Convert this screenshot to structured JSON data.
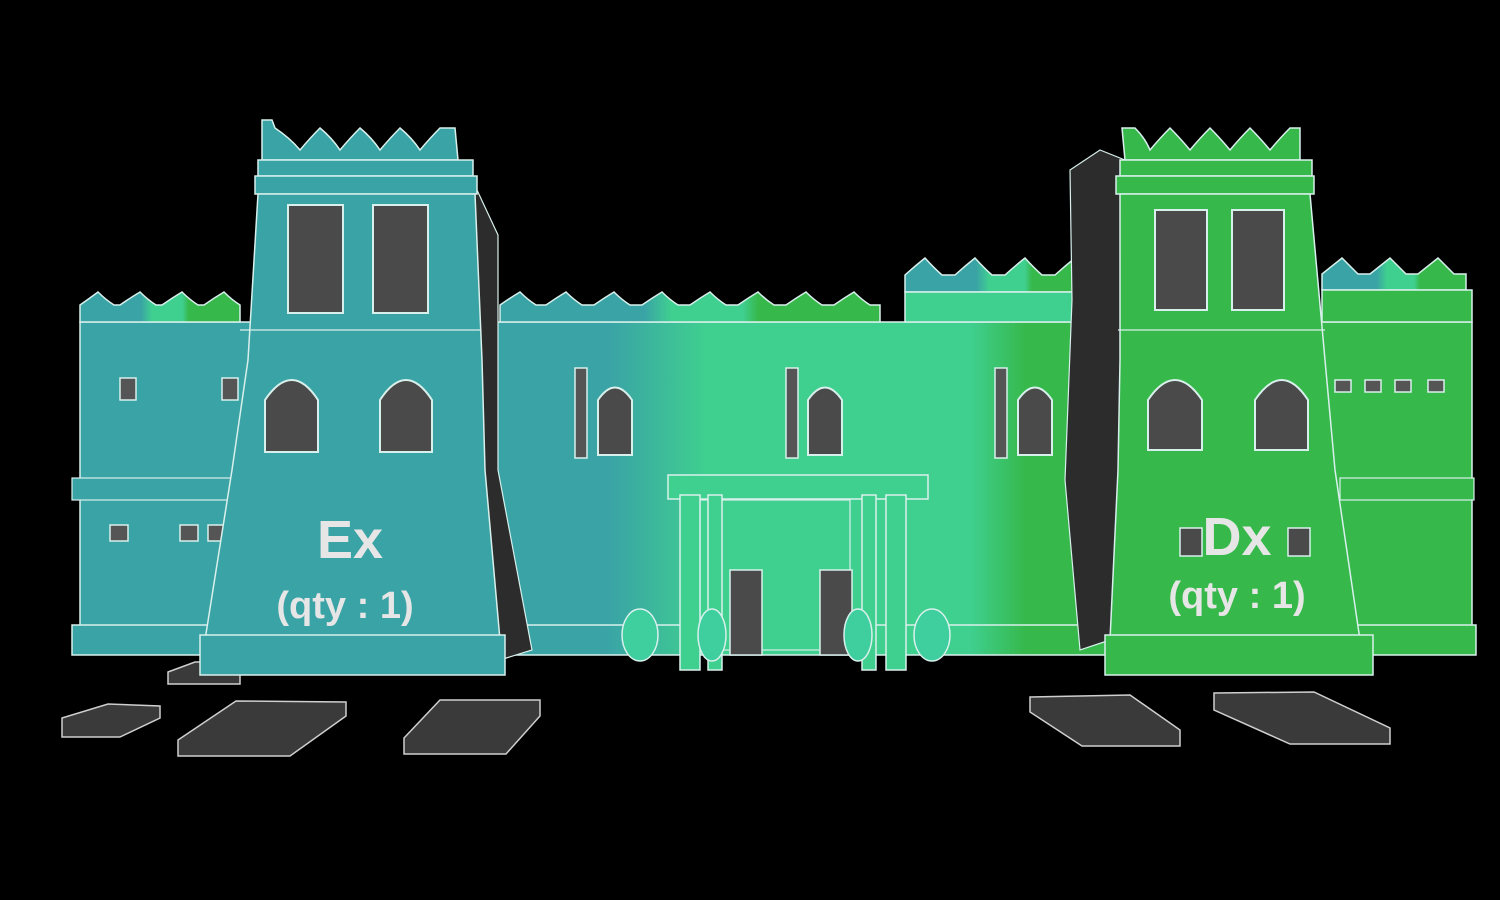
{
  "labels": {
    "left_tower": {
      "name": "Ex",
      "qty": "(qty : 1)"
    },
    "right_tower": {
      "name": "Dx",
      "qty": "(qty : 1)"
    }
  },
  "colors": {
    "background": "#000000",
    "left_section": "#3aa3a6",
    "middle_section": "#3fcf8f",
    "right_section": "#36b84a",
    "shadow": "#2c2c2c",
    "outline": "#d8f0ec",
    "label_text": "#e6e6e6"
  }
}
